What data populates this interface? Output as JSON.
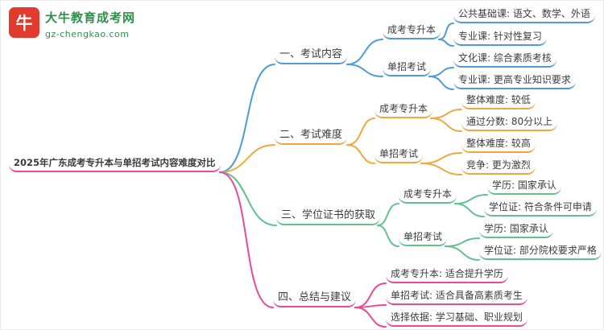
{
  "logo": {
    "icon_text": "牛",
    "title": "大牛教育成考网",
    "domain": "gz-chengkao.com"
  },
  "root": "2025年广东成考专升本与单招考试内容难度对比",
  "colors": {
    "blue": "#4e9cd5",
    "orange": "#f0a73e",
    "green": "#62c28e",
    "pink": "#e84a97",
    "logo_green": "#2e9147",
    "logo_red": "#e23a2d"
  },
  "branches": [
    {
      "label": "一、考试内容",
      "color": "#4e9cd5",
      "children": [
        {
          "label": "成考专升本",
          "leaves": [
            "公共基础课: 语文、数学、外语",
            "专业课: 针对性复习"
          ]
        },
        {
          "label": "单招考试",
          "leaves": [
            "文化课: 综合素质考核",
            "专业课: 更高专业知识要求"
          ]
        }
      ]
    },
    {
      "label": "二、考试难度",
      "color": "#f0a73e",
      "children": [
        {
          "label": "成考专升本",
          "leaves": [
            "整体难度: 较低",
            "通过分数: 80分以上"
          ]
        },
        {
          "label": "单招考试",
          "leaves": [
            "整体难度: 较高",
            "竞争: 更为激烈"
          ]
        }
      ]
    },
    {
      "label": "三、学位证书的获取",
      "color": "#62c28e",
      "children": [
        {
          "label": "成考专升本",
          "leaves": [
            "学历: 国家承认",
            "学位证: 符合条件可申请"
          ]
        },
        {
          "label": "单招考试",
          "leaves": [
            "学历: 国家承认",
            "学位证: 部分院校要求严格"
          ]
        }
      ]
    },
    {
      "label": "四、总结与建议",
      "color": "#e84a97",
      "leaves": [
        "成考专升本: 适合提升学历",
        "单招考试: 适合具备高素质考生",
        "选择依据: 学习基础、职业规划"
      ]
    }
  ]
}
